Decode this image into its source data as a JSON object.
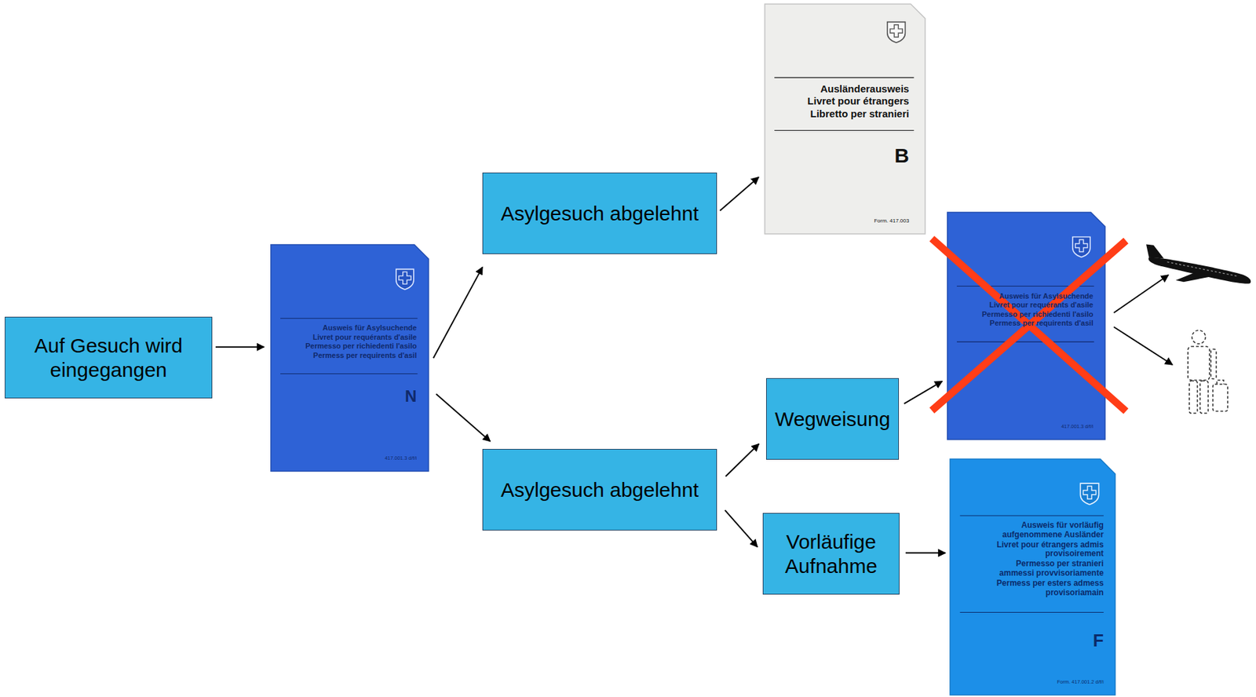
{
  "diagram": {
    "nodes": [
      {
        "text": [
          "Auf Gesuch wird eingegangen"
        ]
      },
      {
        "text": [
          "Ausweis für Asylsuchende",
          "Livret pour requérants d'asile",
          "Permesso per richiedenti l'asilo",
          "Permess per requirents d'asil",
          "N",
          "417.001.3 d/f/i"
        ]
      },
      {
        "text": [
          "Asylgesuch abgelehnt"
        ]
      },
      {
        "text": [
          "Asylgesuch abgelehnt"
        ]
      },
      {
        "text": [
          "Ausländerausweis",
          "Livret pour étrangers",
          "Libretto per stranieri",
          "B",
          "Form. 417.003"
        ]
      },
      {
        "text": [
          "Wegweisung"
        ]
      },
      {
        "text": [
          "Vorläufige Aufnahme"
        ]
      },
      {
        "text": [
          "Ausweis für Asylsuchende",
          "Livret pour requérants d'asile",
          "Permesso per richiedenti l'asilo",
          "Permess per requirents d'asil",
          "417.001.3 d/f/i"
        ]
      },
      {
        "text": [
          "Ausweis für vorläufig aufgenommene Ausländer",
          "Livret pour étrangers admis provisoirement",
          "Permesso per stranieri ammessi provvisoriamente",
          "Permess per esters admess provisoriamain",
          "F",
          "Form. 417.001.2 d/f/i"
        ]
      }
    ],
    "edges": [
      {
        "from": 0,
        "to": 1,
        "arrow": "to"
      },
      {
        "from": 1,
        "to": 2,
        "arrow": "to"
      },
      {
        "from": 1,
        "to": 3,
        "arrow": "to"
      },
      {
        "from": 2,
        "to": 4,
        "arrow": "to"
      },
      {
        "from": 3,
        "to": 5,
        "arrow": "to"
      },
      {
        "from": 3,
        "to": 6,
        "arrow": "to"
      },
      {
        "from": 5,
        "to": 7,
        "arrow": "to"
      },
      {
        "from": 6,
        "to": 8,
        "arrow": "to"
      }
    ]
  }
}
